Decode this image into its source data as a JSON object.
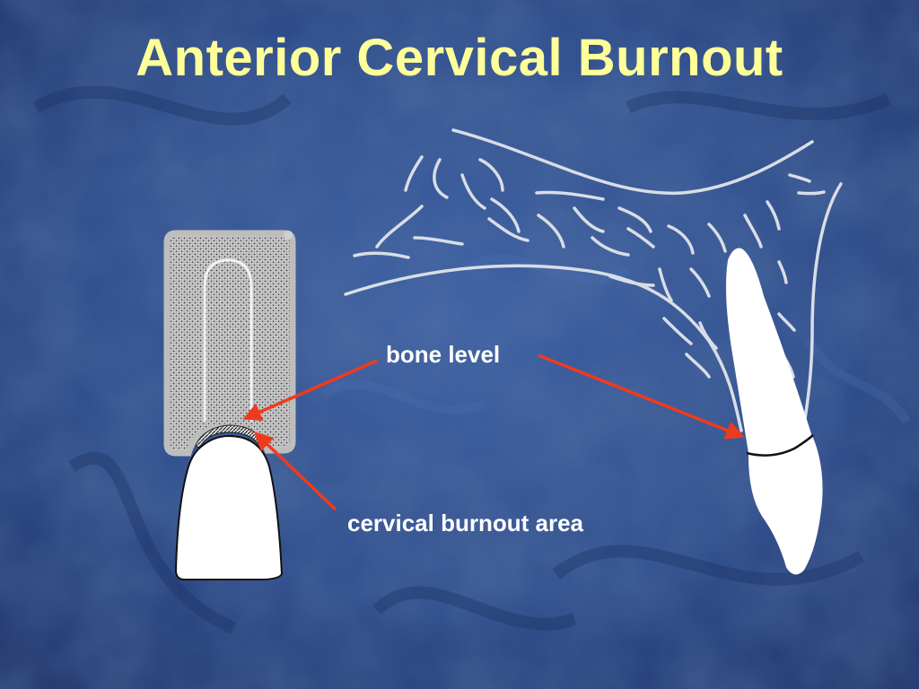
{
  "title": "Anterior Cervical Burnout",
  "labels": {
    "bone_level": "bone level",
    "cervical_burnout_area": "cervical burnout area"
  },
  "colors": {
    "background": "#2b4a86",
    "title": "#ffff99",
    "arrow": "#ee3b1e",
    "bone_lines": "#d9dde6",
    "tooth": "#ffffff"
  }
}
